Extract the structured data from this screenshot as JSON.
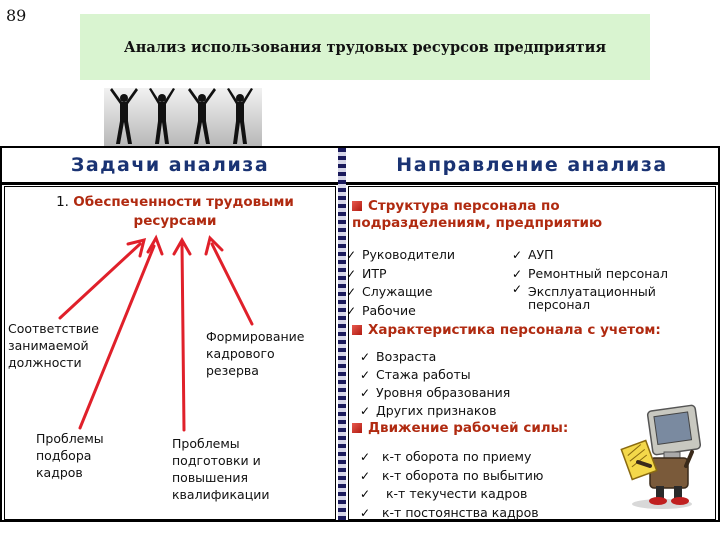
{
  "slide": {
    "number": "89",
    "title": "Анализ использования трудовых ресурсов предприятия"
  },
  "columns": {
    "left_header": "Задачи анализа",
    "right_header": "Направление анализа"
  },
  "tasks": {
    "number": "1.",
    "title": "Обеспеченности трудовыми ресурсами",
    "boxes": [
      {
        "id": "sootvetstvie",
        "text": "Соответствие занимаемой должности"
      },
      {
        "id": "formirovanie",
        "text": "Формирование кадрового резерва"
      },
      {
        "id": "podbor",
        "text": "Проблемы подбора кадров"
      },
      {
        "id": "podgotovka",
        "text": "Проблемы подготовки и повышения квалификации"
      }
    ]
  },
  "directions": {
    "section1": {
      "title": "Структура персонала по подразделениям, предприятию",
      "left_items": [
        "Руководители",
        "ИТР",
        "Служащие",
        "Рабочие"
      ],
      "right_items": [
        "АУП",
        "Ремонтный персонал",
        "Эксплуатационный персонал"
      ]
    },
    "section2": {
      "title": "Характеристика персонала с учетом:",
      "items": [
        "Возраста",
        "Стажа работы",
        "Уровня образования",
        "Других признаков"
      ]
    },
    "section3": {
      "title": "Движение рабочей силы:",
      "items": [
        "к-т оборота по приему",
        "к-т оборота по выбытию",
        "к-т текучести кадров",
        "к-т постоянства кадров"
      ]
    }
  },
  "colors": {
    "title_bg": "#d9f4d0",
    "header_text": "#1a3373",
    "highlight_red": "#b02a10",
    "arrow_red": "#e0202a"
  }
}
